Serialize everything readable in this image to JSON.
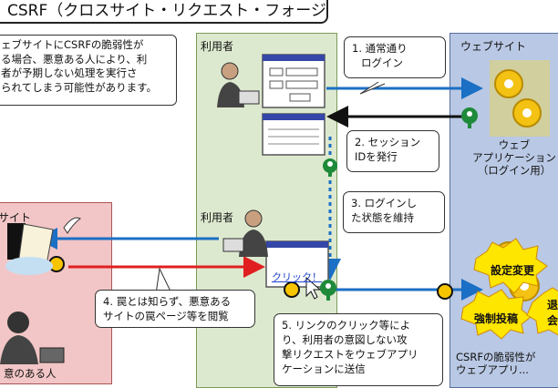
{
  "title": "CSRF（クロスサイト・リクエスト・フォージェリ）",
  "description": [
    "ェブサイトにCSRFの脆弱性が",
    "る場合、悪意ある人により、利",
    "者が予期しない処理を実行さ",
    "られてしまう可能性があります。"
  ],
  "labels": {
    "user_top": "利用者",
    "user_mid": "利用者",
    "website": "ウェブサイト",
    "trap_site": "サイト",
    "web_app": [
      "ウェブ",
      "アプリケーション",
      "（ログイン用）"
    ],
    "bottom_right": [
      "CSRFの脆弱性が",
      "ウェブアプリ..."
    ],
    "bottom_left": "意のある人"
  },
  "steps": {
    "s1": [
      "1. 通常通り",
      "ログイン"
    ],
    "s2": [
      "2. セッション",
      "IDを発行"
    ],
    "s3": [
      "3. ログインし",
      "た状態を維持"
    ],
    "s4": [
      "4. 罠とは知らず、悪意ある",
      "サイトの罠ページ等を閲覧"
    ],
    "s5": [
      "5. リンクのクリック等によ",
      "り、利用者の意図しない攻",
      "撃リクエストをウェブアプリ",
      "ケーションに送信"
    ]
  },
  "click_text": "クリック！",
  "bursts": {
    "b1": "設定変更",
    "b2": "強制投稿",
    "b3": "退会"
  },
  "colors": {
    "user_bg": "#dde9cf",
    "web_bg": "#b9c8e4",
    "trap_bg": "#f2c6c6",
    "arrow_blue": "#1b6fc4",
    "arrow_red": "#e02020",
    "key_green": "#1e8a3a",
    "burst_yellow": "#ffe600"
  }
}
